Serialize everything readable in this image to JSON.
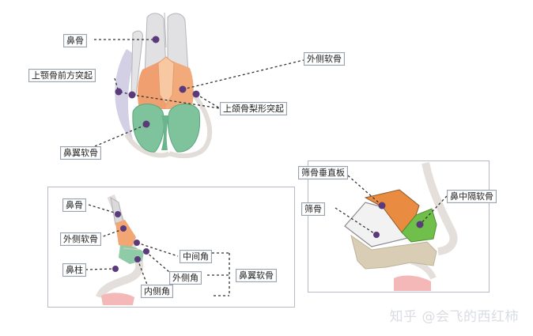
{
  "front_view": {
    "labels": {
      "nasal_bone": "鼻骨",
      "lateral_cartilage": "外侧软骨",
      "maxilla_frontal_process": "上颚骨前方突起",
      "piriform_process": "上颌骨梨形突起",
      "alar_cartilage": "鼻翼软骨"
    }
  },
  "side_view": {
    "labels": {
      "nasal_bone": "鼻骨",
      "lateral_cartilage": "外侧软骨",
      "columella": "鼻柱",
      "intermediate_crus": "中间角",
      "lateral_crus": "外侧角",
      "medial_crus": "内侧角",
      "alar_cartilage": "鼻翼软骨"
    }
  },
  "septum_view": {
    "labels": {
      "ethmoid_perpendicular_plate": "筛骨垂直板",
      "ethmoid": "筛骨",
      "septal_cartilage": "鼻中隔软骨"
    }
  },
  "watermark": "知乎 @会飞的西红柿",
  "colors": {
    "bone": "#d8d8dc",
    "upper_cartilage": "#f0a070",
    "alar": "#7fc39d",
    "septal": "#6fbf4a",
    "ethmoid_plate": "#e98b40",
    "marker": "#5a3a7a",
    "panel_border": "#b9b9c8"
  }
}
